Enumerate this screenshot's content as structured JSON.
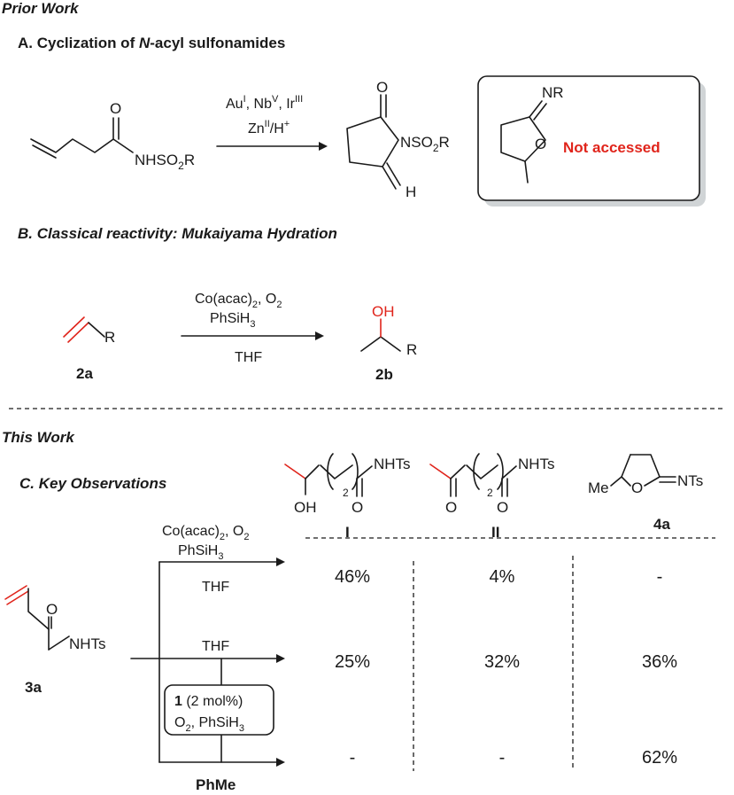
{
  "prior_work": {
    "header": "Prior Work",
    "section_a": {
      "title_prefix": "A. Cyclization of ",
      "title_italic": "N",
      "title_suffix": "-acyl sulfonamides",
      "reactant_group": "NHSO",
      "reactant_sub": "2",
      "reactant_r": "R",
      "conditions_line1": {
        "au": "Au",
        "au_sup": "I",
        "nb": ", Nb",
        "nb_sup": "V",
        "ir": ", Ir",
        "ir_sup": "III"
      },
      "conditions_line2": {
        "zn": "Zn",
        "zn_sup": "II",
        "h": "/H",
        "h_sup": "+"
      },
      "product_o": "O",
      "product_n": "NSO",
      "product_sub": "2",
      "product_r": "R",
      "product_h": "H",
      "box": {
        "nr": "NR",
        "o": "O",
        "note": "Not accessed",
        "note_color": "#e0241b"
      }
    },
    "section_b": {
      "title": "B. Classical reactivity:  Mukaiyama Hydration",
      "reactant_r": "R",
      "reactant_label": "2a",
      "conditions_line1": {
        "main": "Co(acac)",
        "sub": "2",
        "tail": ", O",
        "sub2": "2"
      },
      "conditions_line2": {
        "main": "PhSiH",
        "sub": "3"
      },
      "conditions_line3": "THF",
      "product_oh": "OH",
      "product_r": "R",
      "product_label": "2b"
    }
  },
  "this_work": {
    "header": "This Work",
    "section_c": {
      "title": "C. Key Observations",
      "columns": [
        {
          "label": "I",
          "oh": "OH",
          "o": "O",
          "n": "NHTs",
          "count": "2"
        },
        {
          "label": "II",
          "o1": "O",
          "o2": "O",
          "n": "NHTs",
          "count": "2"
        },
        {
          "label": "4a",
          "me": "Me",
          "o": "O",
          "n": "NTs"
        }
      ],
      "substrate": {
        "o": "O",
        "n": "NHTs",
        "label": "3a"
      },
      "branch1": {
        "cond1": {
          "main": "Co(acac)",
          "sub": "2",
          "tail": ", O",
          "sub2": "2"
        },
        "cond2": {
          "main": "PhSiH",
          "sub": "3"
        },
        "cond3": "THF",
        "results": [
          "46%",
          "4%",
          "-"
        ]
      },
      "branch2": {
        "cond": "THF",
        "results": [
          "25%",
          "32%",
          "36%"
        ]
      },
      "catalyst_box": {
        "cat_bold": "1",
        "cat_rest": " (2 mol%)",
        "line2": {
          "o": "O",
          "sub": "2",
          "tail": ", PhSiH",
          "sub2": "3"
        }
      },
      "branch3": {
        "solvent": "PhMe",
        "results": [
          "-",
          "-",
          "62%"
        ]
      }
    }
  },
  "colors": {
    "accent_red": "#e0241b",
    "ink": "#1a1a1a",
    "box_shadow": "#d0d4d6"
  }
}
